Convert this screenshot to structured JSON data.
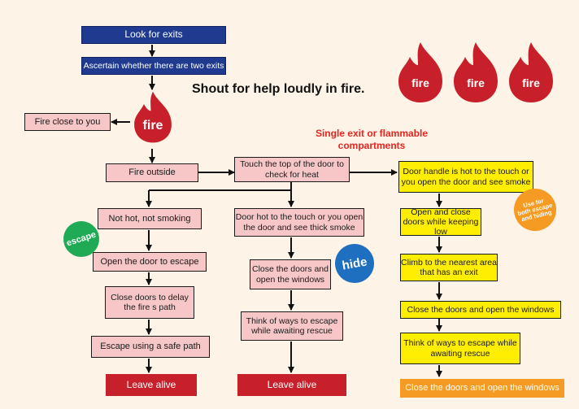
{
  "headline": "Shout for help loudly in fire.",
  "subtitle": "Single exit or flammable compartments",
  "top": {
    "look_for_exits": "Look for exits",
    "ascertain": "Ascertain whether there are two exits"
  },
  "fire_label": "fire",
  "fire_close": "Fire close to you",
  "fire_outside": "Fire outside",
  "touch_door": "Touch the top of the door to check for heat",
  "left_column": {
    "not_hot": "Not hot, not smoking",
    "open_door": "Open the door to escape",
    "close_doors": "Close doors to delay the fire  s path",
    "escape_path": "Escape using a safe path",
    "leave": "Leave alive",
    "badge": "escape"
  },
  "middle_column": {
    "door_hot": "Door hot to the touch or you open the door and see thick smoke",
    "close_open": "Close the doors and open the windows",
    "think": "Think of ways to escape while awaiting rescue",
    "leave": "Leave alive",
    "badge": "hide"
  },
  "right_column": {
    "handle_hot": "Door handle is hot to the touch or you open the door and see smoke",
    "keep_low": "Open and close doors while keeping low",
    "climb": "Climb to the nearest area that has an exit",
    "close_open": "Close the doors and open the windows",
    "think": "Think of ways to escape while awaiting rescue",
    "final": "Close the doors and open the windows",
    "badge": "Use for both escape and hiding"
  },
  "colors": {
    "background": "#fdf3e7",
    "navy": "#1f3a8f",
    "pink": "#f7c7c7",
    "yellow": "#ffee00",
    "red": "#c8202a",
    "orange": "#f59a23",
    "escape_green": "#1faa55",
    "hide_blue": "#1e6fc0"
  }
}
